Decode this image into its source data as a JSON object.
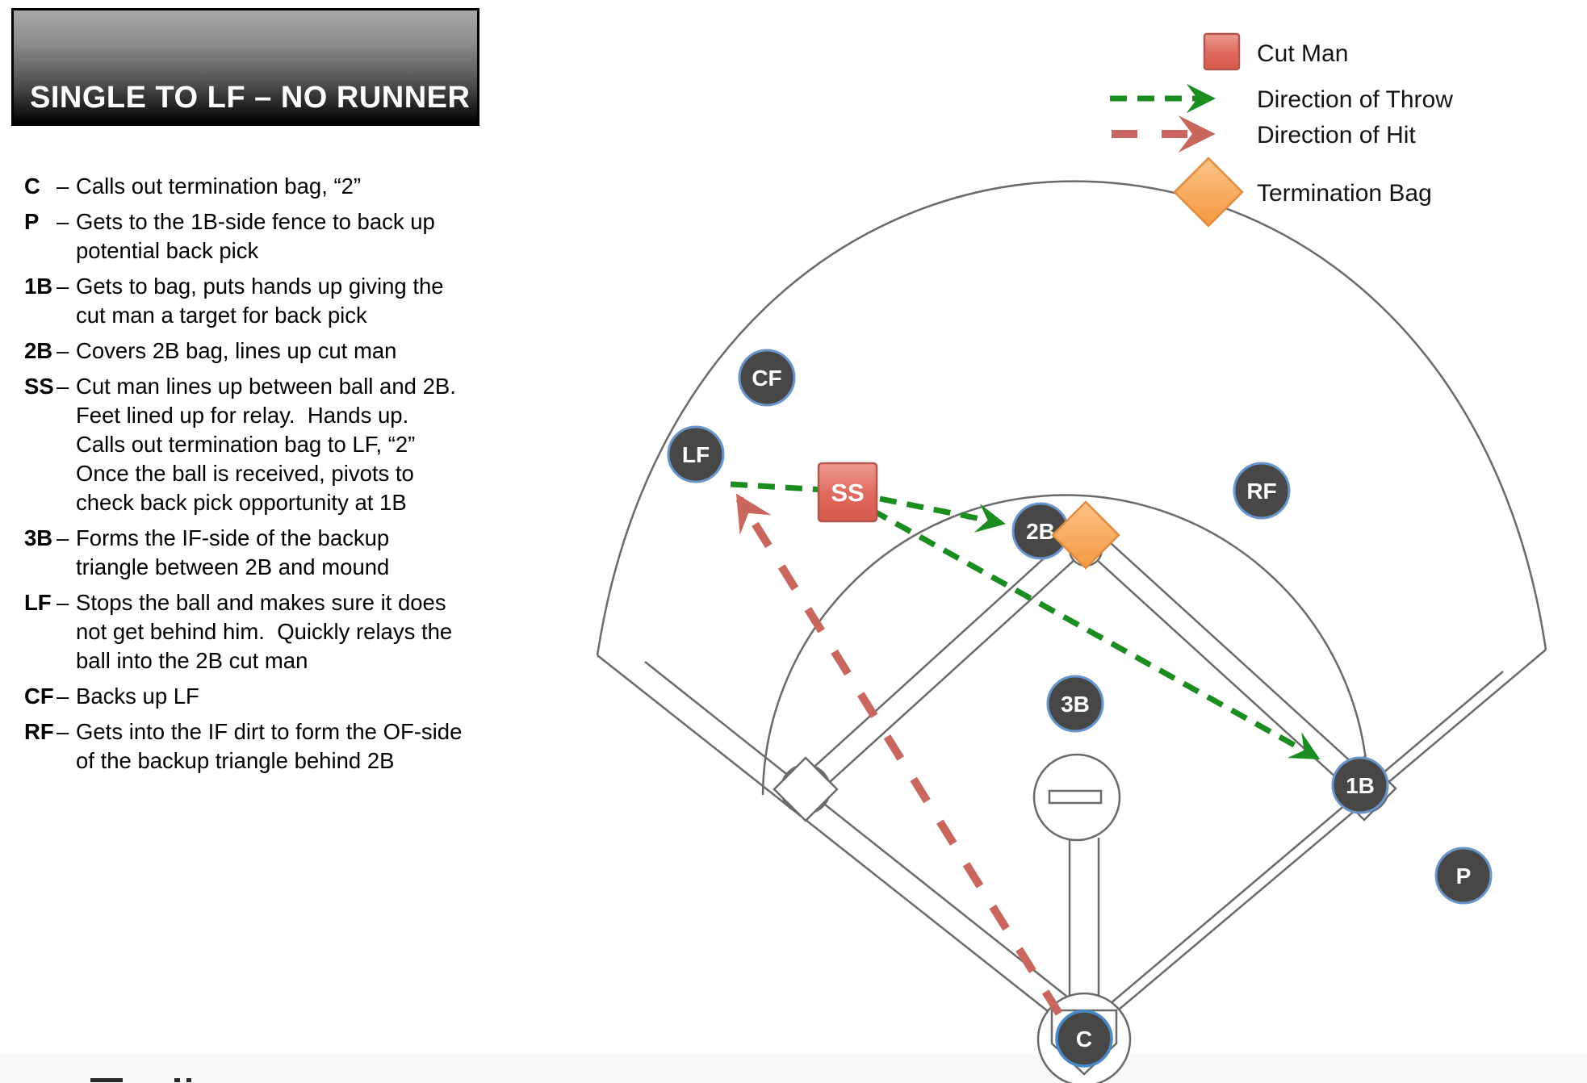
{
  "title": "SINGLE TO LF – NO RUNNER",
  "dash": "–",
  "legend": {
    "cut_man": "Cut Man",
    "direction_of_throw": "Direction of Throw",
    "direction_of_hit": "Direction of Hit",
    "termination_bag": "Termination Bag"
  },
  "assignments": [
    {
      "label": "C",
      "text": "Calls out termination bag, “2”"
    },
    {
      "label": "P",
      "text": "Gets to the 1B-side fence to back up potential back pick"
    },
    {
      "label": "1B",
      "text": "Gets to bag, puts hands up giving the cut man a target for back pick"
    },
    {
      "label": "2B",
      "text": "Covers 2B bag, lines up cut man"
    },
    {
      "label": "SS",
      "text": "Cut man lines up between ball and 2B.  Feet lined up for relay.  Hands up.  Calls out termination bag to LF, “2”  Once the ball is received, pivots to check back pick opportunity at 1B"
    },
    {
      "label": "3B",
      "text": "Forms the IF-side of the backup triangle between 2B and mound"
    },
    {
      "label": "LF",
      "text": "Stops the ball and makes sure it does not get behind him.  Quickly relays the ball into the 2B cut man"
    },
    {
      "label": "CF",
      "text": "Backs up LF"
    },
    {
      "label": "RF",
      "text": "Gets into the IF dirt to form the OF-side of the backup triangle behind 2B"
    }
  ],
  "field": {
    "markers": {
      "c": {
        "label": "C"
      },
      "p": {
        "label": "P"
      },
      "first": {
        "label": "1B"
      },
      "second": {
        "label": "2B"
      },
      "ss": {
        "label": "SS"
      },
      "third": {
        "label": "3B"
      },
      "lf": {
        "label": "LF"
      },
      "cf": {
        "label": "CF"
      },
      "rf": {
        "label": "RF"
      }
    }
  },
  "colors": {
    "throw_arrow_green": "#1B8C20",
    "hit_arrow_salmon": "#C9675F",
    "cut_man_red": "#DB6154",
    "termination_orange": "#F79D4B",
    "marker_fill": "#474747",
    "marker_border": "#6696CC",
    "field_line": "#6A6A6A"
  }
}
